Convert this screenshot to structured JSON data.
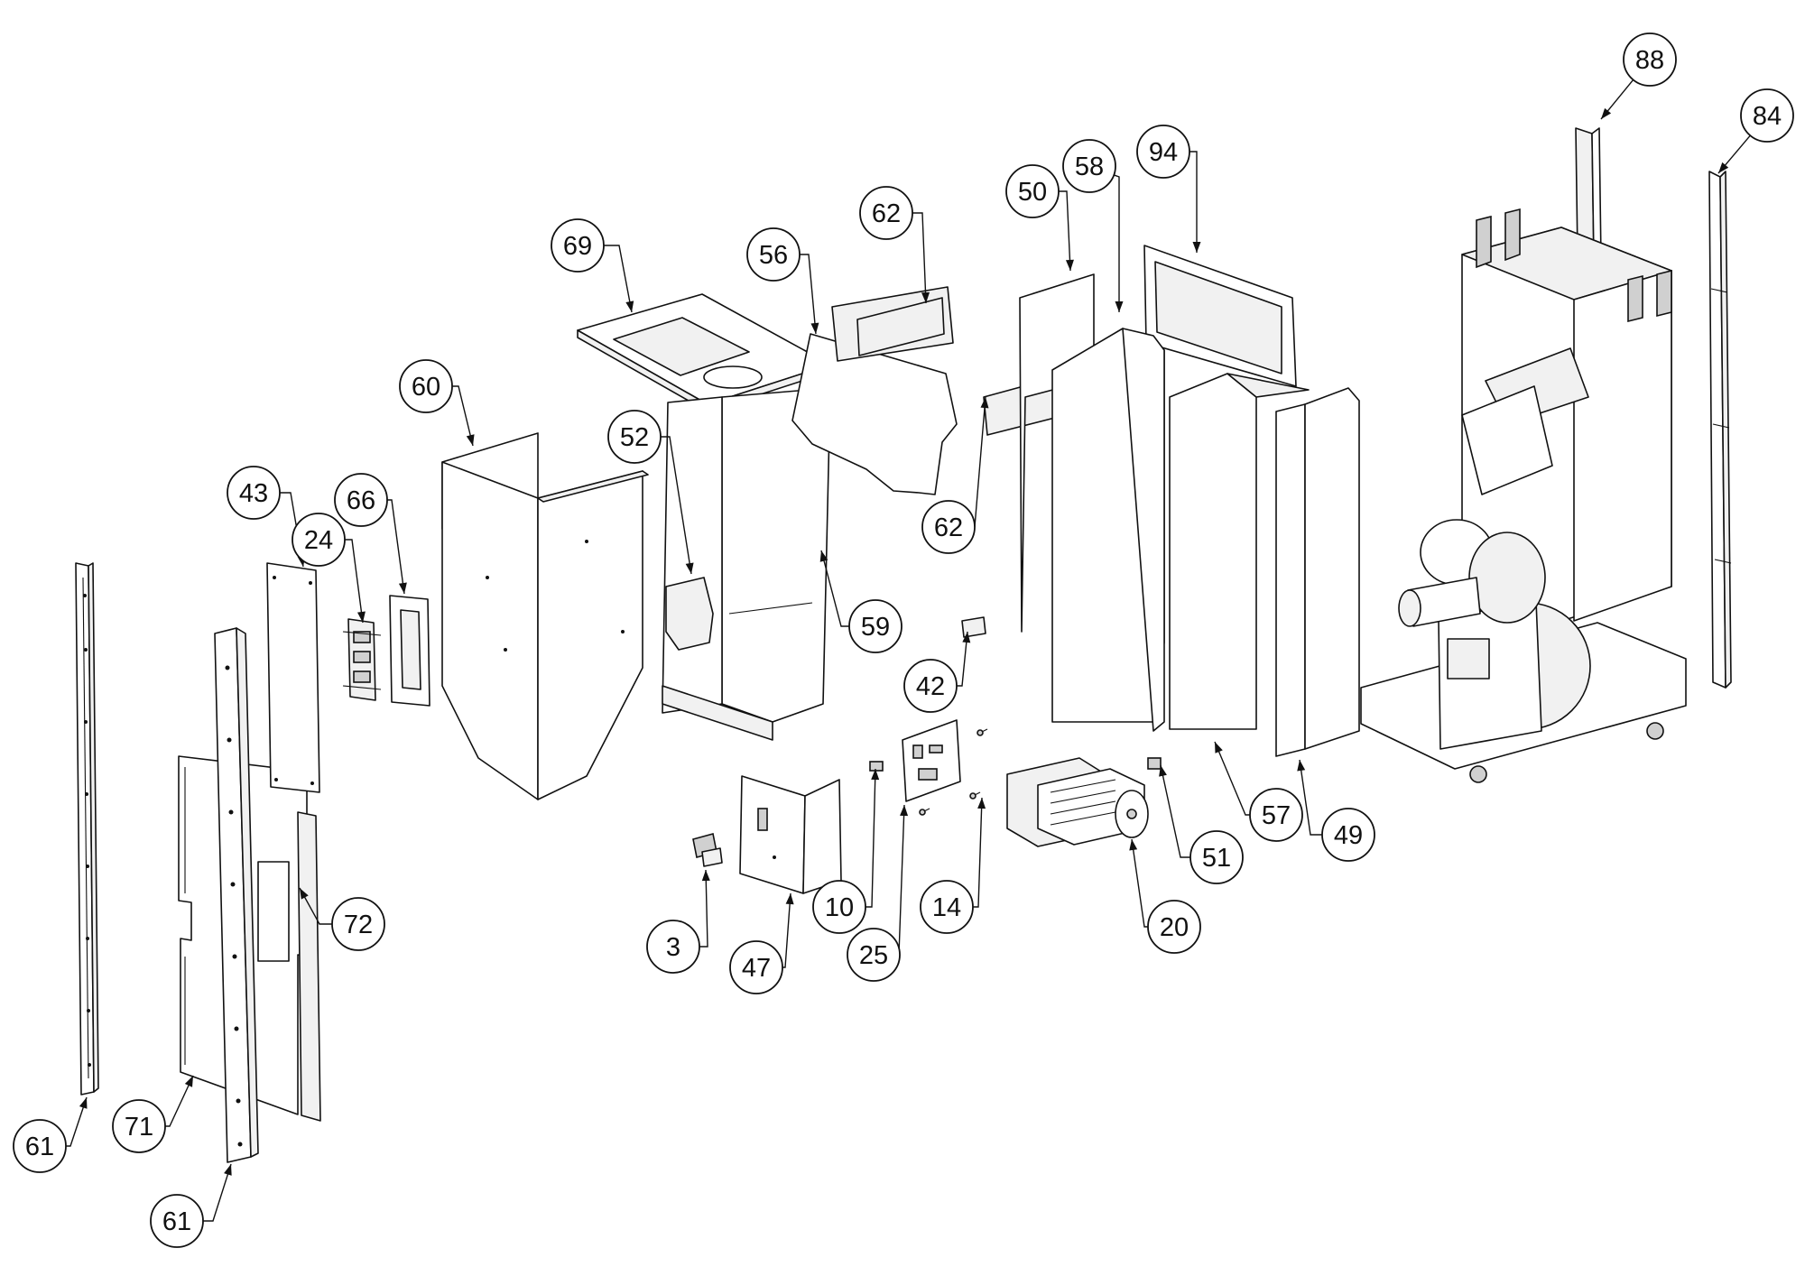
{
  "diagram": {
    "callouts": [
      {
        "id": "c88",
        "label": "88"
      },
      {
        "id": "c84",
        "label": "84"
      },
      {
        "id": "c58",
        "label": "58"
      },
      {
        "id": "c94",
        "label": "94"
      },
      {
        "id": "c50",
        "label": "50"
      },
      {
        "id": "c62a",
        "label": "62"
      },
      {
        "id": "c69",
        "label": "69"
      },
      {
        "id": "c56",
        "label": "56"
      },
      {
        "id": "c60",
        "label": "60"
      },
      {
        "id": "c52",
        "label": "52"
      },
      {
        "id": "c62b",
        "label": "62"
      },
      {
        "id": "c43",
        "label": "43"
      },
      {
        "id": "c66",
        "label": "66"
      },
      {
        "id": "c24",
        "label": "24"
      },
      {
        "id": "c59",
        "label": "59"
      },
      {
        "id": "c42",
        "label": "42"
      },
      {
        "id": "c57",
        "label": "57"
      },
      {
        "id": "c49",
        "label": "49"
      },
      {
        "id": "c51",
        "label": "51"
      },
      {
        "id": "c72",
        "label": "72"
      },
      {
        "id": "c10",
        "label": "10"
      },
      {
        "id": "c14",
        "label": "14"
      },
      {
        "id": "c20",
        "label": "20"
      },
      {
        "id": "c3",
        "label": "3"
      },
      {
        "id": "c25",
        "label": "25"
      },
      {
        "id": "c47",
        "label": "47"
      },
      {
        "id": "c61a",
        "label": "61"
      },
      {
        "id": "c71",
        "label": "71"
      },
      {
        "id": "c61b",
        "label": "61"
      }
    ]
  }
}
